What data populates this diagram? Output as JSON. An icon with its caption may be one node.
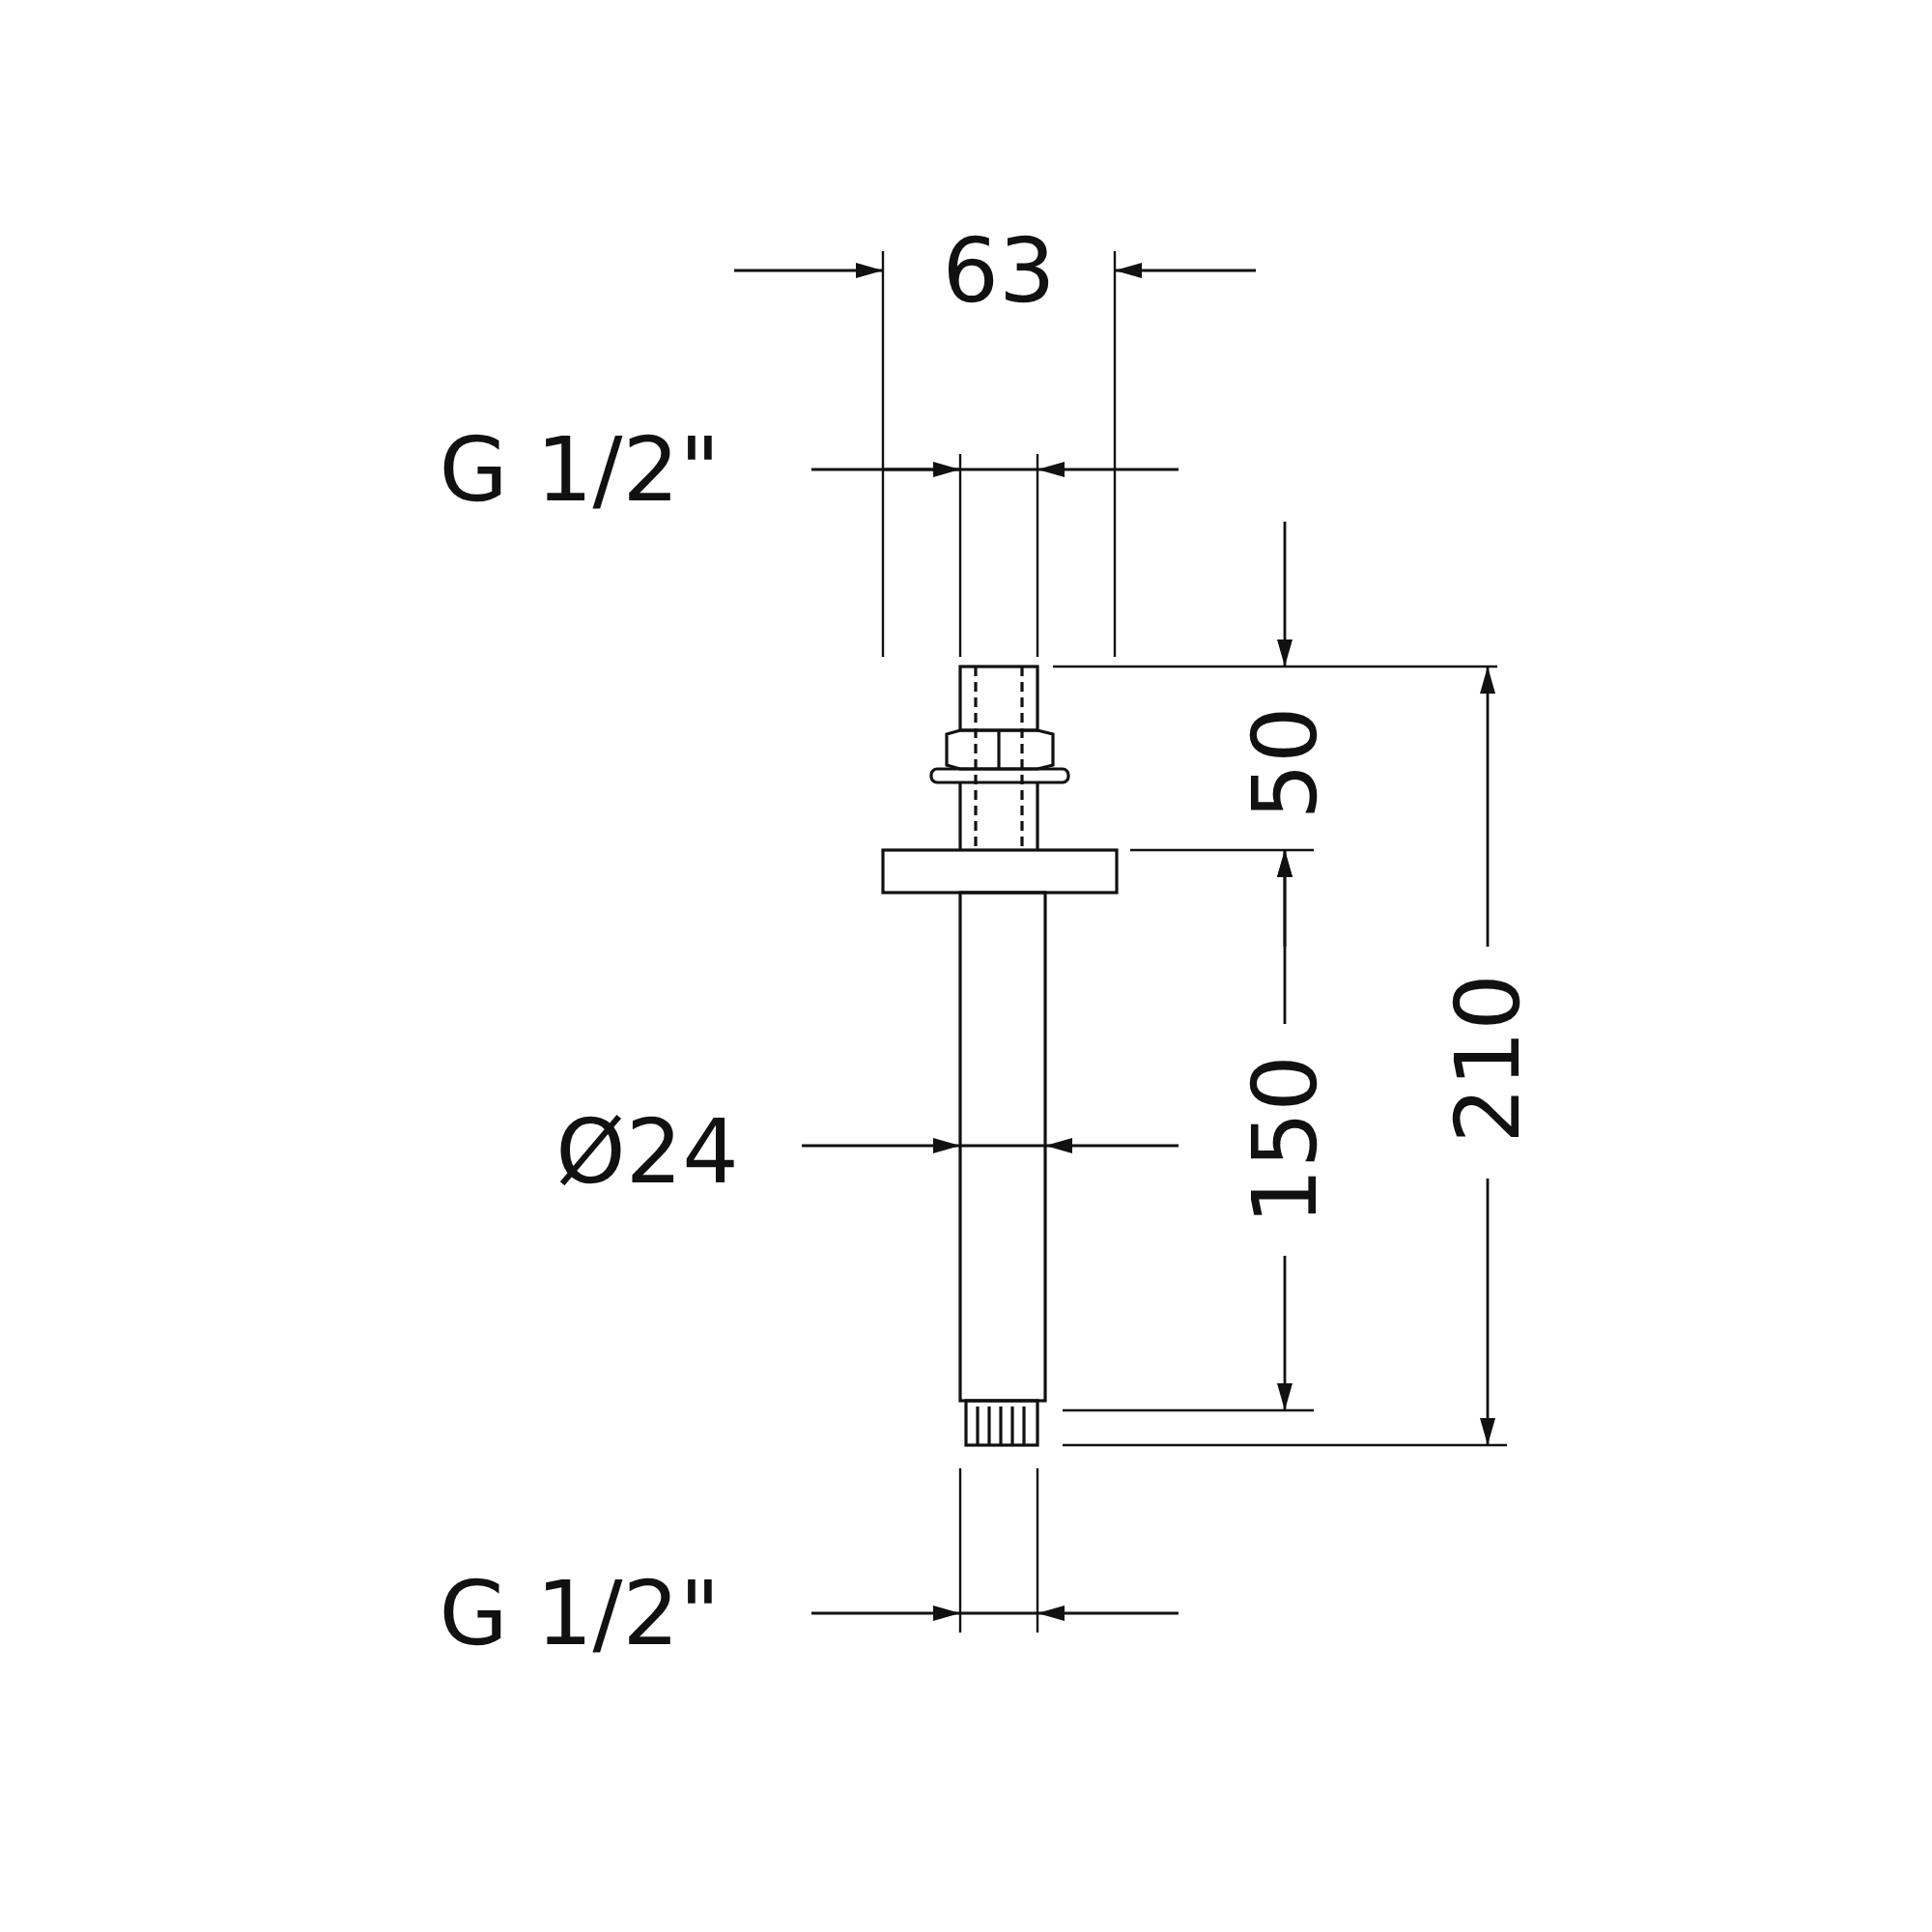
{
  "diagram": {
    "labels": [
      "63",
      "G 1/2\"",
      "50",
      "210",
      "150",
      "Ø24",
      "G 1/2\""
    ]
  }
}
